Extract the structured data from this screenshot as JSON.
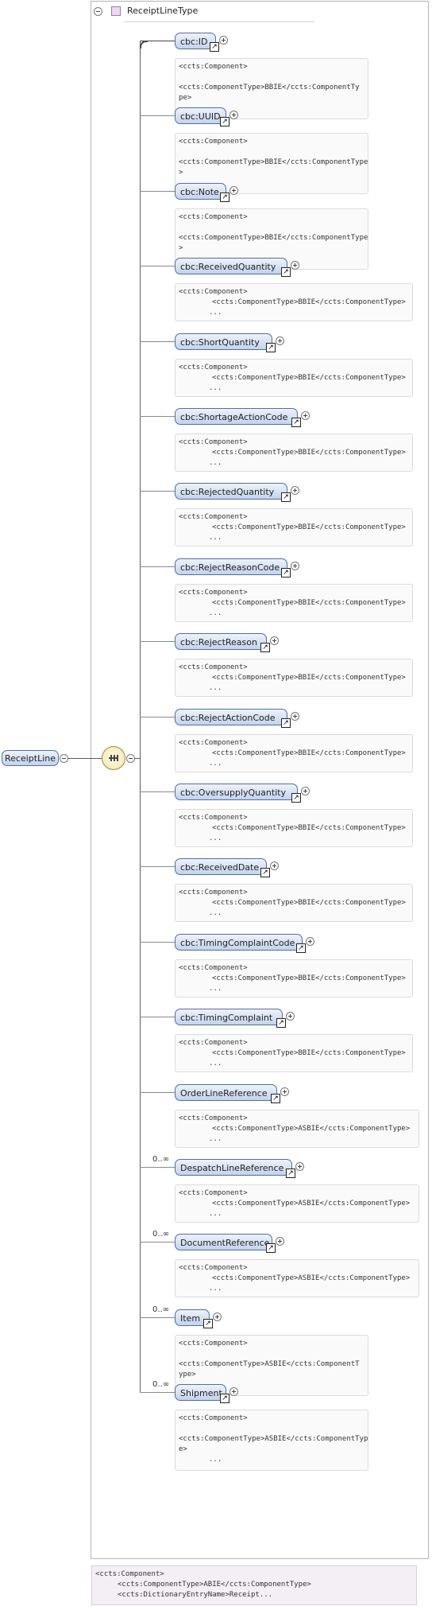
{
  "type_title": "ReceiptLineType",
  "root": "ReceiptLine",
  "elements": [
    {
      "name": "cbc:ID",
      "occ": "",
      "doc": [
        "<ccts:Component>",
        "",
        "<ccts:ComponentType>BBIE</ccts:ComponentTy",
        "pe>"
      ],
      "style": "wrap"
    },
    {
      "name": "cbc:UUID",
      "occ": "",
      "doc": [
        "<ccts:Component>",
        "",
        "<ccts:ComponentType>BBIE</ccts:ComponentType",
        ">"
      ],
      "style": "wrap"
    },
    {
      "name": "cbc:Note",
      "occ": "",
      "doc": [
        "<ccts:Component>",
        "",
        "<ccts:ComponentType>BBIE</ccts:ComponentType",
        ">"
      ],
      "style": "wrap"
    },
    {
      "name": "cbc:ReceivedQuantity",
      "occ": "",
      "doc": [
        "<ccts:Component>",
        "<ccts:ComponentType>BBIE</ccts:ComponentType>"
      ],
      "style": "ind"
    },
    {
      "name": "cbc:ShortQuantity",
      "occ": "",
      "doc": [
        "<ccts:Component>",
        "<ccts:ComponentType>BBIE</ccts:ComponentType>"
      ],
      "style": "ind"
    },
    {
      "name": "cbc:ShortageActionCode",
      "occ": "",
      "doc": [
        "<ccts:Component>",
        "<ccts:ComponentType>BBIE</ccts:ComponentType>"
      ],
      "style": "ind"
    },
    {
      "name": "cbc:RejectedQuantity",
      "occ": "",
      "doc": [
        "<ccts:Component>",
        "<ccts:ComponentType>BBIE</ccts:ComponentType>"
      ],
      "style": "ind"
    },
    {
      "name": "cbc:RejectReasonCode",
      "occ": "",
      "doc": [
        "<ccts:Component>",
        "<ccts:ComponentType>BBIE</ccts:ComponentType>"
      ],
      "style": "ind"
    },
    {
      "name": "cbc:RejectReason",
      "occ": "",
      "doc": [
        "<ccts:Component>",
        "<ccts:ComponentType>BBIE</ccts:ComponentType>"
      ],
      "style": "ind"
    },
    {
      "name": "cbc:RejectActionCode",
      "occ": "",
      "doc": [
        "<ccts:Component>",
        "<ccts:ComponentType>BBIE</ccts:ComponentType>"
      ],
      "style": "ind"
    },
    {
      "name": "cbc:OversupplyQuantity",
      "occ": "",
      "doc": [
        "<ccts:Component>",
        "<ccts:ComponentType>BBIE</ccts:ComponentType>"
      ],
      "style": "ind"
    },
    {
      "name": "cbc:ReceivedDate",
      "occ": "",
      "doc": [
        "<ccts:Component>",
        "<ccts:ComponentType>BBIE</ccts:ComponentType>"
      ],
      "style": "ind"
    },
    {
      "name": "cbc:TimingComplaintCode",
      "occ": "",
      "doc": [
        "<ccts:Component>",
        "<ccts:ComponentType>BBIE</ccts:ComponentType>"
      ],
      "style": "ind"
    },
    {
      "name": "cbc:TimingComplaint",
      "occ": "",
      "doc": [
        "<ccts:Component>",
        "<ccts:ComponentType>BBIE</ccts:ComponentType>"
      ],
      "style": "ind"
    },
    {
      "name": "OrderLineReference",
      "occ": "",
      "doc": [
        "<ccts:Component>",
        "<ccts:ComponentType>ASBIE</ccts:ComponentType>"
      ],
      "style": "ind"
    },
    {
      "name": "DespatchLineReference",
      "occ": "0..∞",
      "doc": [
        "<ccts:Component>",
        "<ccts:ComponentType>ASBIE</ccts:ComponentType>"
      ],
      "style": "ind"
    },
    {
      "name": "DocumentReference",
      "occ": "0..∞",
      "doc": [
        "<ccts:Component>",
        "<ccts:ComponentType>ASBIE</ccts:ComponentType>"
      ],
      "style": "ind"
    },
    {
      "name": "Item",
      "occ": "0..∞",
      "doc": [
        "<ccts:Component>",
        "",
        "<ccts:ComponentType>ASBIE</ccts:ComponentT",
        "ype>"
      ],
      "style": "wrap"
    },
    {
      "name": "Shipment",
      "occ": "0..∞",
      "doc": [
        "<ccts:Component>",
        "",
        "<ccts:ComponentType>ASBIE</ccts:ComponentTyp",
        "e>"
      ],
      "style": "wrap"
    }
  ],
  "doc_ellipsis": "...",
  "bottom_doc": [
    "<ccts:Component>",
    "<ccts:ComponentType>ABIE</ccts:ComponentType>",
    "<ccts:DictionaryEntryName>Receipt..."
  ]
}
